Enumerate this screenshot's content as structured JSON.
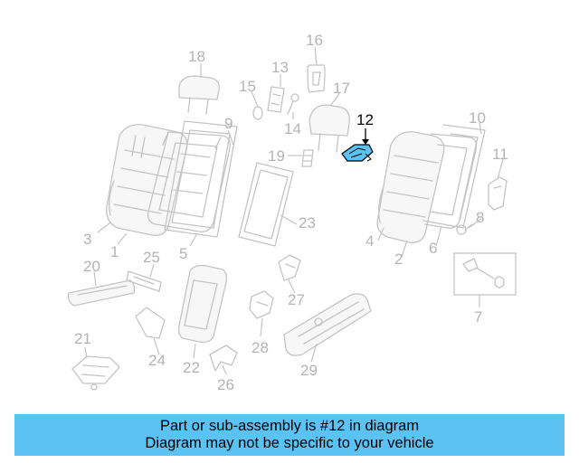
{
  "caption": {
    "line1": "Part or sub-assembly is #12 in diagram",
    "line2": "Diagram may not be specific to your vehicle"
  },
  "highlighted_part": "12",
  "highlight_color": "#5bc3f3",
  "caption_bar_color": "#5bc3f3",
  "callouts": [
    "1",
    "2",
    "3",
    "4",
    "5",
    "6",
    "7",
    "8",
    "9",
    "10",
    "11",
    "12",
    "13",
    "14",
    "15",
    "16",
    "17",
    "18",
    "19",
    "20",
    "21",
    "22",
    "23",
    "24",
    "25",
    "26",
    "27",
    "28",
    "29"
  ]
}
